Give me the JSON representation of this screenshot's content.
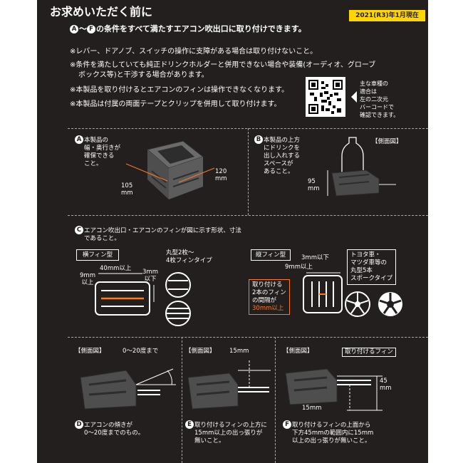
{
  "header": {
    "title": "お求めいただく前に",
    "date_badge": "2021(R3)年1月現在",
    "condition_letter_a": "A",
    "condition_tilde": "〜",
    "condition_letter_f": "F",
    "condition_text": "の条件をすべて満たすエアコン吹出口に取り付けできます。"
  },
  "notes": [
    "※レバー、ドアノブ、スイッチの操作に支障がある場合は取り付けないこと。",
    "※条件を満たしていても純正ドリンクホルダーと併用できない場合や装備(オーディオ、グローブ",
    "ボックス等)と干渉する場合があります。",
    "※本製品を取り付けるとエアコンのフィンは操作できなくなります。",
    "※本製品は付属の両面テープとクリップを併用して取り付けます。"
  ],
  "qr_note": [
    "主な車種の",
    "適合は",
    "左の二次元",
    "バーコードで",
    "確認できます。"
  ],
  "sections": {
    "a": {
      "letter": "A",
      "text": [
        "本製品の",
        "幅・奥行きが",
        "確保できる",
        "こと。"
      ],
      "width_value": "105",
      "width_unit": "mm",
      "depth_value": "120",
      "depth_unit": "mm"
    },
    "b": {
      "letter": "B",
      "text": [
        "本製品の上方",
        "にドリンクを",
        "出し入れする",
        "スペースが",
        "あること。"
      ],
      "side_label": "【側面図】",
      "height_value": "95",
      "height_unit": "mm"
    },
    "c": {
      "letter": "C",
      "text": [
        "エアコン吹出口・エアコンのフィンが図に示す形状、寸法",
        "であること。"
      ],
      "horizontal_fin": "横フィン型",
      "dim_40": "40mm以上",
      "dim_9a": "9mm",
      "dim_9a_b": "以上",
      "dim_3a": "3mm",
      "dim_3a_b": "以下",
      "round_type": [
        "丸型2枚〜",
        "4枚フィンタイプ"
      ],
      "vertical_fin": "縦フィン型",
      "dim_3b": "3mm以下",
      "dim_9b": "9mm以上",
      "gap_text": [
        "取り付ける",
        "2本のフィン",
        "の間隔が",
        "30mm以上"
      ],
      "toyota": [
        "トヨタ車・",
        "マツダ車等の",
        "丸型5本",
        "スポークタイプ"
      ]
    },
    "d": {
      "letter": "D",
      "side_label": "【側面図】",
      "angle": "0〜20度まで",
      "text": [
        "エアコンの傾きが",
        "0〜20度までのもの。"
      ]
    },
    "e": {
      "letter": "E",
      "side_label": "【側面図】",
      "dim": "15mm",
      "text": [
        "取り付けるフィンの上方に",
        "15mm以上の出っ張りが",
        "無いこと。"
      ]
    },
    "f": {
      "letter": "F",
      "side_label": "【側面図】",
      "fin_label": "取り付けるフィン",
      "dim_45": "45",
      "dim_45_unit": "mm",
      "dim_15": "15mm",
      "text": [
        "取り付けるフィンの上面から",
        "下方45mmの範囲内に15mm",
        "以上の出っ張りが無いこと。"
      ]
    }
  },
  "colors": {
    "panel": "#231f1e",
    "accent": "#ff7a1a",
    "badge": "#ffd600",
    "text": "#ffffff"
  }
}
